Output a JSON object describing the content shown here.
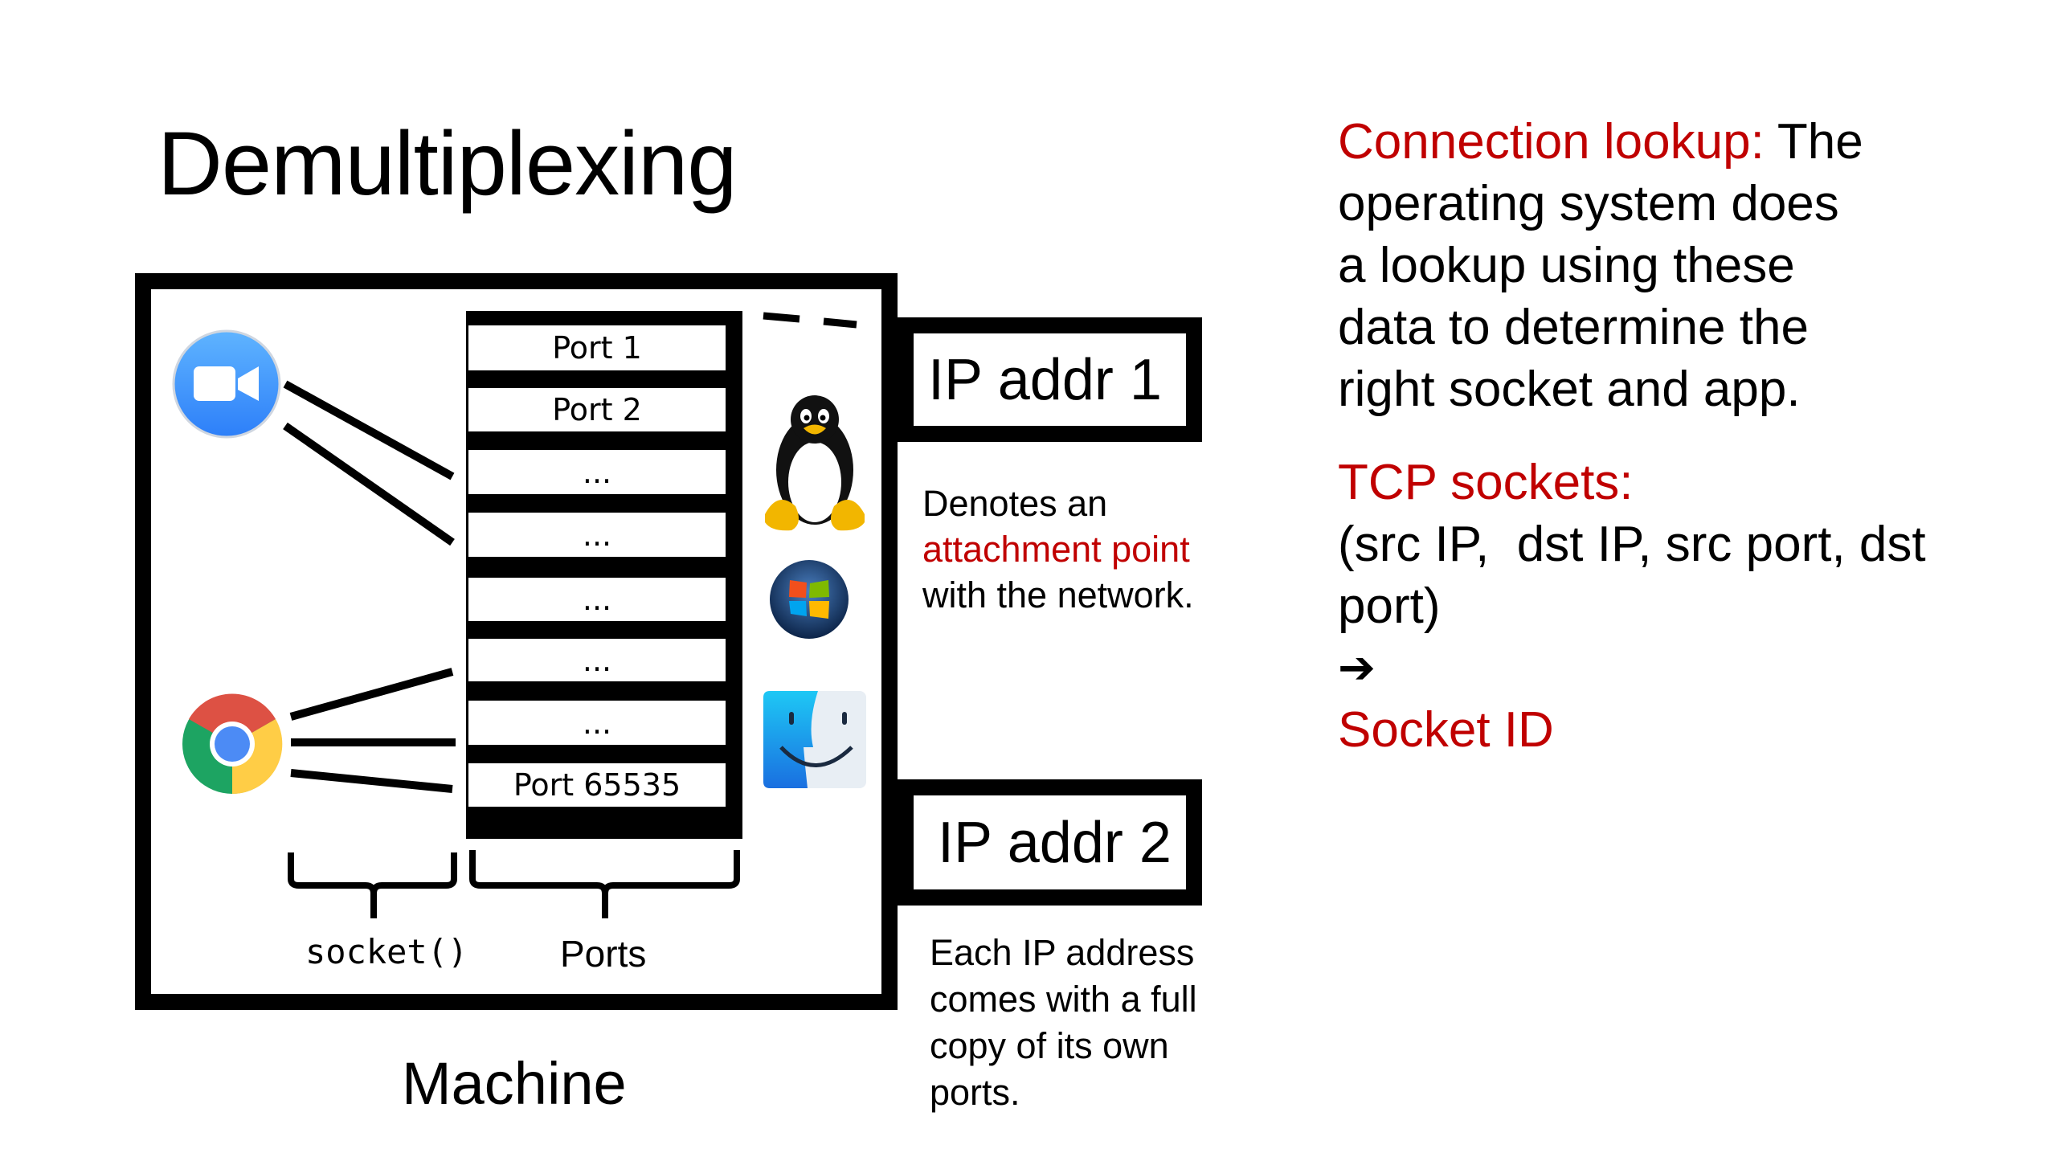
{
  "title": "Demultiplexing",
  "machine": {
    "label": "Machine",
    "ports": [
      "Port 1",
      "Port 2",
      "...",
      "...",
      "...",
      "...",
      "...",
      "Port 65535"
    ],
    "brace_labels": {
      "sockets": "socket()",
      "ports": "Ports"
    },
    "apps": [
      {
        "name": "zoom-app-icon",
        "connections": 2
      },
      {
        "name": "chrome-app-icon",
        "connections": 3
      }
    ],
    "os_icons": [
      "linux-tux-icon",
      "windows-logo-icon",
      "macos-finder-icon"
    ]
  },
  "ip_boxes": [
    {
      "label": "IP addr 1"
    },
    {
      "label": "IP addr 2"
    }
  ],
  "notes": {
    "ip_attachment": {
      "line1": "Denotes an",
      "line2_highlight": "attachment point",
      "line3": "with the network."
    },
    "ip_ports": [
      "Each IP address",
      "comes with a full",
      "copy of its own",
      "ports."
    ]
  },
  "right_panel": {
    "connection_lookup_label": "Connection lookup:",
    "connection_lookup_lines": [
      " The",
      "operating system does",
      "a lookup using these",
      "data to determine the",
      "right socket and app."
    ],
    "tcp_label": "TCP sockets:",
    "tuple_lines": [
      "(src IP,  dst IP, src port, dst",
      "port)"
    ],
    "arrow": "➔",
    "result": "Socket ID"
  },
  "colors": {
    "accent_red": "#c00000",
    "line": "#000000"
  }
}
